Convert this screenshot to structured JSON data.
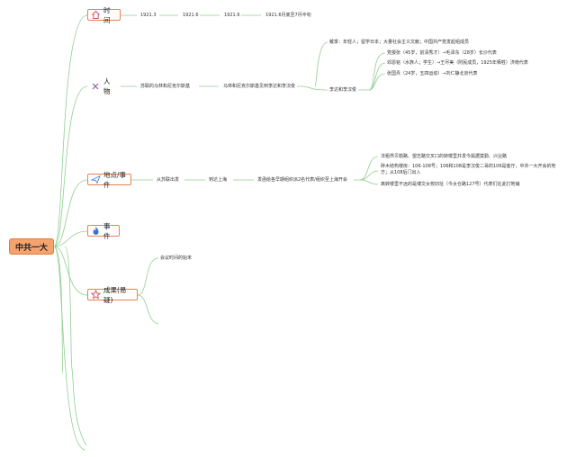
{
  "root": "中共一大",
  "topics": {
    "time": "时间",
    "people": "人物",
    "place": "地点/事件",
    "event": "事件",
    "result": "成果(易疑)"
  },
  "time_items": [
    "1921.3",
    "1921.6",
    "1921.6",
    "1921.6月底至7月中旬"
  ],
  "people": {
    "n1": "苏联的马林和尼克尔斯基",
    "n2": "马林和尼克尔斯基见到李达和李汉俊",
    "n3": "李达和李汉俊",
    "top": "戴季：年轻人；留学日本；大量社会主义文献；中国共产党发起组成员",
    "sub": [
      "党报张（45岁，前清秀才）→毛泽东（28岁）长沙代表",
      "邓恩铭（水族人；学生）→王尽美（附民成员，1925年牺牲）济南代表",
      "张国焘（24岁，五四运动）→刘仁静北京代表"
    ]
  },
  "place": {
    "n1": "从苏联出发",
    "n2": "到达上海",
    "n3": "发函给各早期组织派2名代表/组织至上海开会",
    "sub": [
      "法租界贝勒路、望志路交叉口的转楼里并发今属据莫勤、兴业路",
      "砖木结构楼房：106-108号；106和108是李汉俊二哥的106是客厅，中共一大开会的地方；从108后门出入",
      "离转楼里不远的是博文女校旧址（今太仓路127号）代表们在此打地铺"
    ]
  },
  "result_item": "会议时间的始末"
}
